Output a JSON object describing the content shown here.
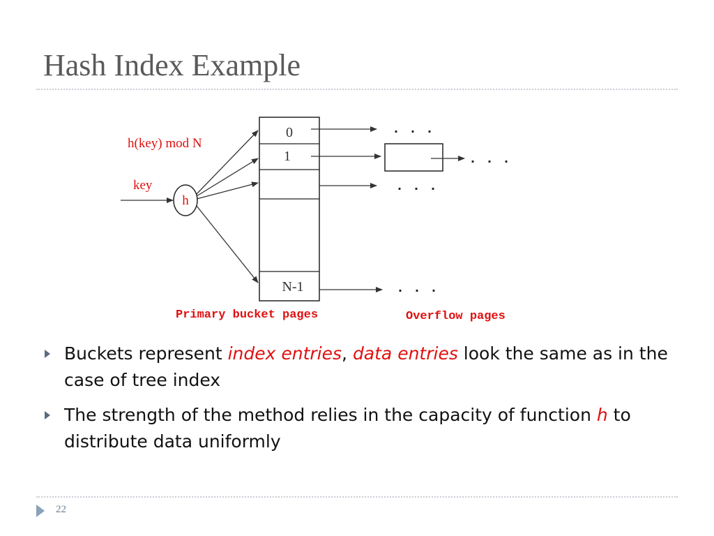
{
  "title": "Hash Index Example",
  "diagram": {
    "hash_function_label": "h(key) mod N",
    "key_label": "key",
    "h_node": "h",
    "buckets": [
      "0",
      "1",
      "N-1"
    ],
    "ellipsis": ". . .",
    "primary_label": "Primary bucket pages",
    "overflow_label": "Overflow pages"
  },
  "bullets": [
    {
      "parts": [
        {
          "text": "Buckets represent ",
          "style": "normal"
        },
        {
          "text": "index entries",
          "style": "red-italic"
        },
        {
          "text": ", ",
          "style": "normal"
        },
        {
          "text": "data entries",
          "style": "red-italic"
        },
        {
          "text": " look the same as in the case of tree index",
          "style": "normal"
        }
      ]
    },
    {
      "parts": [
        {
          "text": "The strength of the method relies in the capacity of function ",
          "style": "normal"
        },
        {
          "text": "h",
          "style": "red-italic"
        },
        {
          "text": " to distribute data uniformly",
          "style": "normal"
        }
      ]
    }
  ],
  "page_number": "22",
  "colors": {
    "accent_red": "#e01010",
    "title_gray": "#5a5a5a",
    "bullet_marker": "#5b6b7d"
  }
}
